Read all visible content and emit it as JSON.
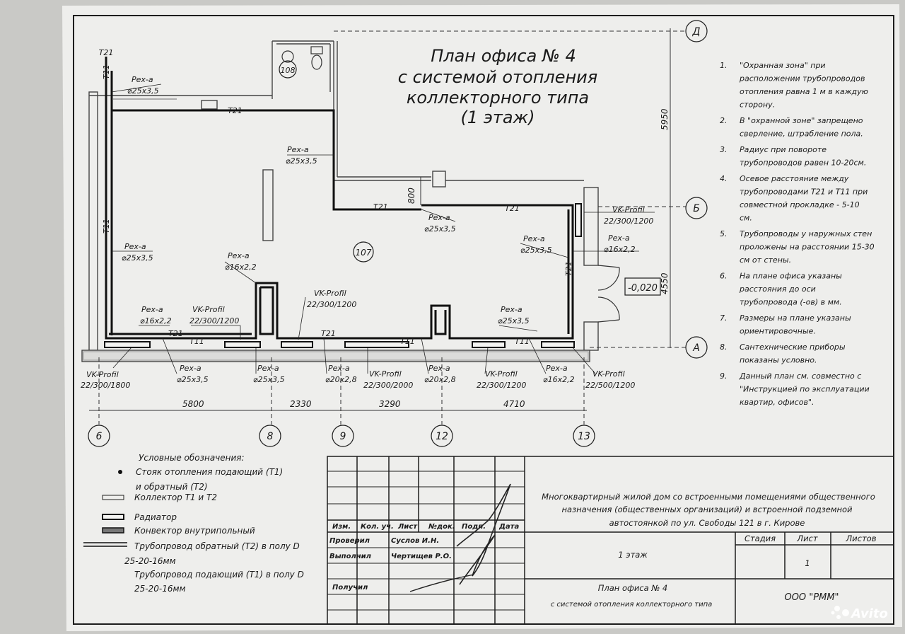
{
  "colors": {
    "paper": "#eeeeec",
    "ink": "#1d1d1d",
    "pipe": "#111111",
    "watermark": "#ffffff"
  },
  "title": {
    "line1": "План офиса № 4",
    "line2": "с системой отопления",
    "line3": "коллекторного типа",
    "line4": "(1 этаж)"
  },
  "notes": [
    {
      "num": "1.",
      "lines": [
        "\"Охранная зона\" при",
        "расположении трубопроводов",
        "отопления равна 1 м в каждую",
        "сторону."
      ]
    },
    {
      "num": "2.",
      "lines": [
        "В \"охранной зоне\" запрещено",
        "сверление, штрабление пола."
      ]
    },
    {
      "num": "3.",
      "lines": [
        "Радиус при повороте",
        "трубопроводов равен 10-20см."
      ]
    },
    {
      "num": "4.",
      "lines": [
        "Осевое расстояние между",
        "трубопроводами Т21 и Т11 при",
        "совместной прокладке - 5-10",
        "см."
      ]
    },
    {
      "num": "5.",
      "lines": [
        "Трубопроводы у наружных стен",
        "проложены на расстоянии 15-30",
        "см от стены."
      ]
    },
    {
      "num": "6.",
      "lines": [
        "На плане офиса указаны",
        "расстояния до оси",
        "трубопровода (-ов) в мм."
      ]
    },
    {
      "num": "7.",
      "lines": [
        "Размеры на плане указаны",
        "ориентировочные."
      ]
    },
    {
      "num": "8.",
      "lines": [
        "Сантехнические приборы",
        "показаны условно."
      ]
    },
    {
      "num": "9.",
      "lines": [
        "Данный план см. совместно с",
        "\"Инструкцией по эксплуатации",
        "квартир, офисов\"."
      ]
    }
  ],
  "axes": {
    "horizontal": [
      "6",
      "8",
      "9",
      "12",
      "13"
    ],
    "vertical": [
      "Д",
      "Б",
      "А"
    ]
  },
  "dimensions": {
    "bottom": [
      "5800",
      "2330",
      "3290",
      "4710"
    ],
    "right": [
      "5950",
      "4550"
    ],
    "inner": "800",
    "level": "-0,020"
  },
  "rooms": {
    "office": "107",
    "wc": "108"
  },
  "pipe_labels": {
    "t21": "Т21",
    "t11": "Т11"
  },
  "plan_labels": [
    {
      "name": "Pex-a",
      "size": "⌀25x3,5"
    },
    {
      "name": "Pex-a",
      "size": "⌀25x3,5"
    },
    {
      "name": "Pex-a",
      "size": "⌀25x3,5"
    },
    {
      "name": "Pex-a",
      "size": "⌀25x3,5"
    },
    {
      "name": "Pex-a",
      "size": "⌀16x2,2"
    },
    {
      "name": "VK-Profil",
      "size": "22/300/1200"
    },
    {
      "name": "Pex-a",
      "size": "⌀25x3,5"
    },
    {
      "name": "Pex-a",
      "size": "⌀16x2,2"
    },
    {
      "name": "Pex-a",
      "size": "⌀16x2,2"
    },
    {
      "name": "VK-Profil",
      "size": "22/300/1200"
    },
    {
      "name": "VK-Profil",
      "size": "22/300/1200"
    },
    {
      "name": "Pex-a",
      "size": "⌀25x3,5"
    }
  ],
  "bottom_labels": [
    {
      "name": "VK-Profil",
      "size": "22/300/1800"
    },
    {
      "name": "Pex-a",
      "size": "⌀25x3,5"
    },
    {
      "name": "Pex-a",
      "size": "⌀25x3,5"
    },
    {
      "name": "Pex-a",
      "size": "⌀20x2,8"
    },
    {
      "name": "VK-Profil",
      "size": "22/300/2000"
    },
    {
      "name": "Pex-a",
      "size": "⌀20x2,8"
    },
    {
      "name": "VK-Profil",
      "size": "22/300/1200"
    },
    {
      "name": "Pex-a",
      "size": "⌀16x2,2"
    },
    {
      "name": "VK-Profil",
      "size": "22/500/1200"
    }
  ],
  "legend": {
    "title": "Условные обозначения:",
    "riser": [
      "Стояк отопления подающий (Т1)",
      "и обратный (Т2)"
    ],
    "collector": "Коллектор Т1 и Т2",
    "radiator": "Радиатор",
    "convector": "Конвектор внутрипольный",
    "return_pipe": [
      "Трубопровод обратный (Т2) в полу D",
      "25-20-16мм"
    ],
    "supply_pipe": [
      "Трубопровод подающий (Т1) в полу D",
      "25-20-16мм"
    ]
  },
  "stamp": {
    "headers": [
      "Изм.",
      "Кол. уч.",
      "Лист",
      "№док.",
      "Подп.",
      "Дата"
    ],
    "checked_role": "Проверил",
    "checked_name": "Суслов И.Н.",
    "done_role": "Выполнил",
    "done_name": "Чертищев Р.О.",
    "received_role": "Получил",
    "project": [
      "Многоквартирный жилой дом со встроенными помещениями общественного",
      "назначения (общественных организаций) и встроенной подземной",
      "автостоянкой по ул. Свободы 121 в г. Кирове"
    ],
    "floor": "1 этаж",
    "stage_label": "Стадия",
    "sheet_label": "Лист",
    "sheets_label": "Листов",
    "sheet_value": "1",
    "drawing": [
      "План офиса № 4",
      "с системой отопления коллекторного типа"
    ],
    "company": "ООО \"РММ\""
  },
  "watermark": "Avito"
}
